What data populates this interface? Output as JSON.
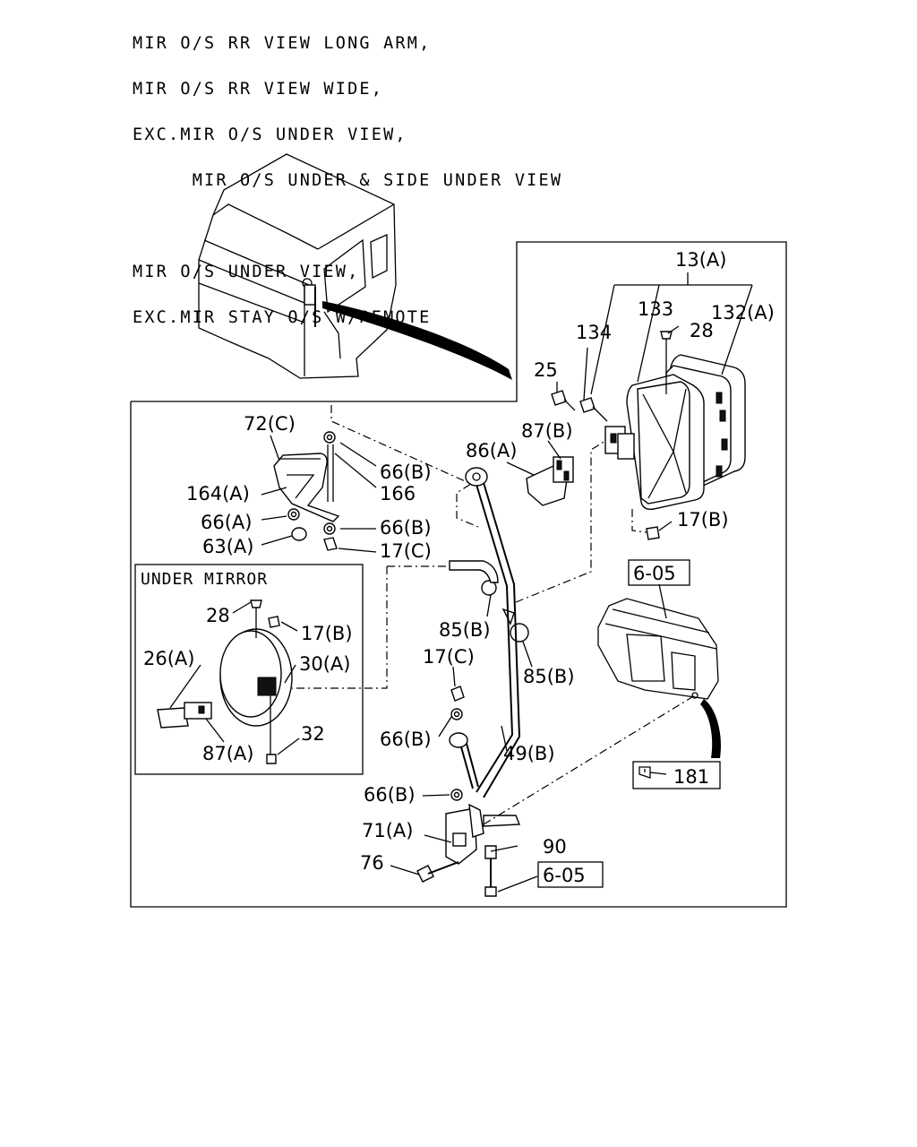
{
  "header": {
    "lines": [
      "MIR O/S RR VIEW LONG ARM,",
      "MIR O/S RR VIEW WIDE,",
      "EXC.MIR O/S UNDER VIEW,",
      "     MIR O/S UNDER & SIDE UNDER VIEW",
      "",
      "MIR O/S UNDER VIEW,",
      "EXC.MIR STAY O/S W/REMOTE"
    ]
  },
  "inset_title": "UNDER MIRROR",
  "callouts": {
    "c13a": "13(A)",
    "c133": "133",
    "c132a": "132(A)",
    "c134": "134",
    "c28a": "28",
    "c25": "25",
    "c87b": "87(B)",
    "c86a": "86(A)",
    "c72c": "72(C)",
    "c66b1": "66(B)",
    "c166": "166",
    "c164a": "164(A)",
    "c66a": "66(A)",
    "c66b2": "66(B)",
    "c63a": "63(A)",
    "c17c1": "17(C)",
    "c17b1": "17(B)",
    "c605a": "6-05",
    "c85b1": "85(B)",
    "c85b2": "85(B)",
    "c17c2": "17(C)",
    "c66b3": "66(B)",
    "c49b": "49(B)",
    "c66b4": "66(B)",
    "c71a": "71(A)",
    "c90": "90",
    "c76": "76",
    "c605b": "6-05",
    "c181": "181",
    "c28b": "28",
    "c17b2": "17(B)",
    "c26a": "26(A)",
    "c30a": "30(A)",
    "c32": "32",
    "c87a": "87(A)"
  }
}
